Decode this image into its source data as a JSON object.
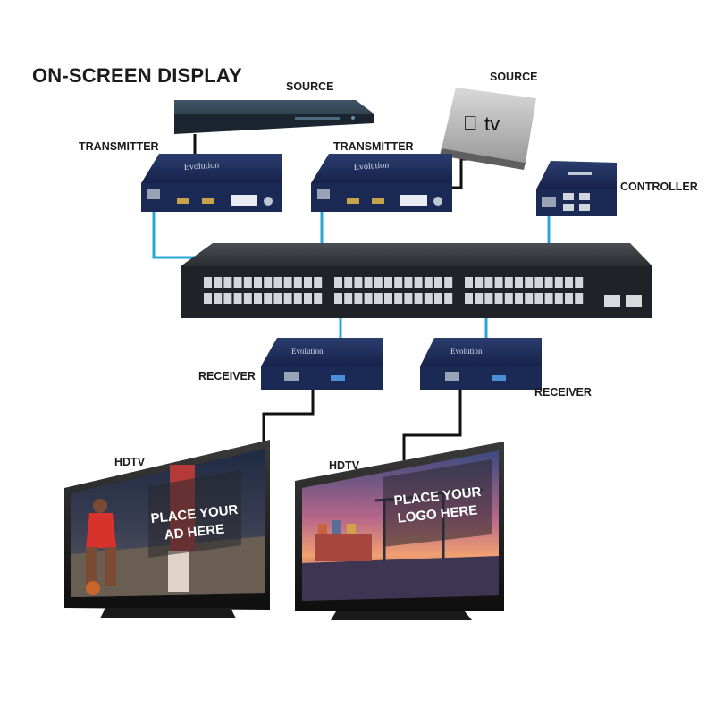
{
  "title": "ON-SCREEN DISPLAY",
  "labels": {
    "source_left": "SOURCE",
    "source_right": "SOURCE",
    "transmitter_left": "TRANSMITTER",
    "transmitter_right": "TRANSMITTER",
    "controller": "CONTROLLER",
    "receiver_left": "RECEIVER",
    "receiver_right": "RECEIVER",
    "hdtv_left": "HDTV",
    "hdtv_right": "HDTV"
  },
  "screens": {
    "left_message_line1": "PLACE YOUR",
    "left_message_line2": "AD HERE",
    "right_message_line1": "PLACE YOUR",
    "right_message_line2": "LOGO HERE"
  },
  "apple_tv_text": "tv",
  "colors": {
    "cable_blue": "#2ba5d8",
    "cable_black": "#111111",
    "device_navy": "#1e2f5c",
    "switch_body": "#2a2d31"
  }
}
